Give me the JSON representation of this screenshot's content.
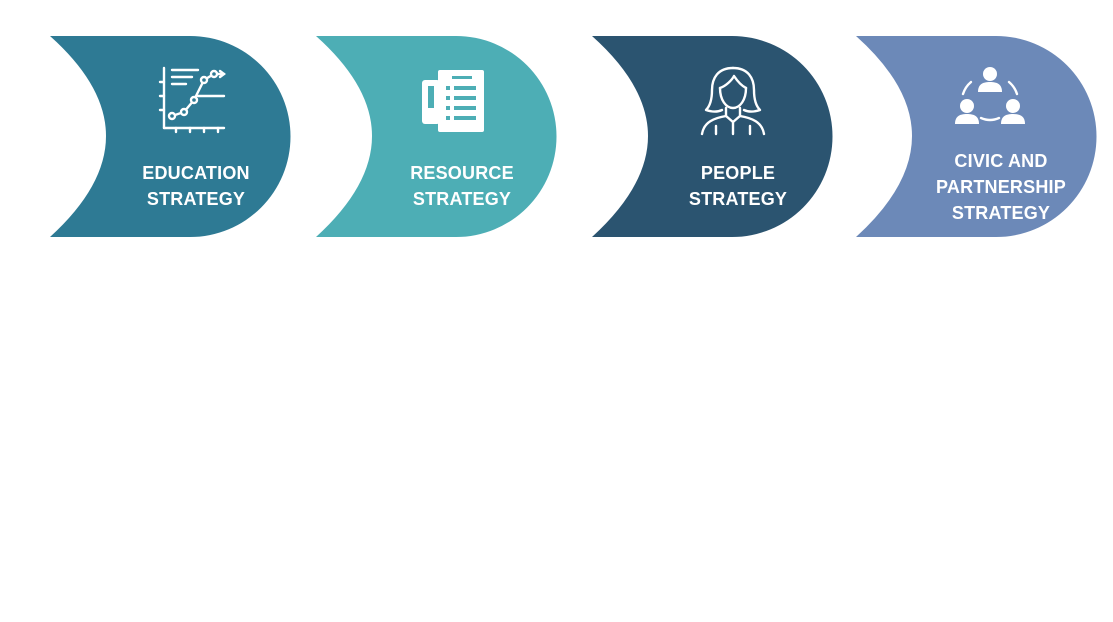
{
  "strategies": [
    {
      "line1": "EDUCATION",
      "line2": "STRATEGY",
      "line3": "",
      "color": "#2e7a94",
      "icon": "line-chart-icon"
    },
    {
      "line1": "RESOURCE",
      "line2": "STRATEGY",
      "line3": "",
      "color": "#4daeb5",
      "icon": "document-report-icon"
    },
    {
      "line1": "PEOPLE",
      "line2": "STRATEGY",
      "line3": "",
      "color": "#2b5470",
      "icon": "person-icon"
    },
    {
      "line1": "CIVIC AND",
      "line2": "PARTNERSHIP",
      "line3": "STRATEGY",
      "color": "#6c89b8",
      "icon": "team-network-icon"
    }
  ]
}
